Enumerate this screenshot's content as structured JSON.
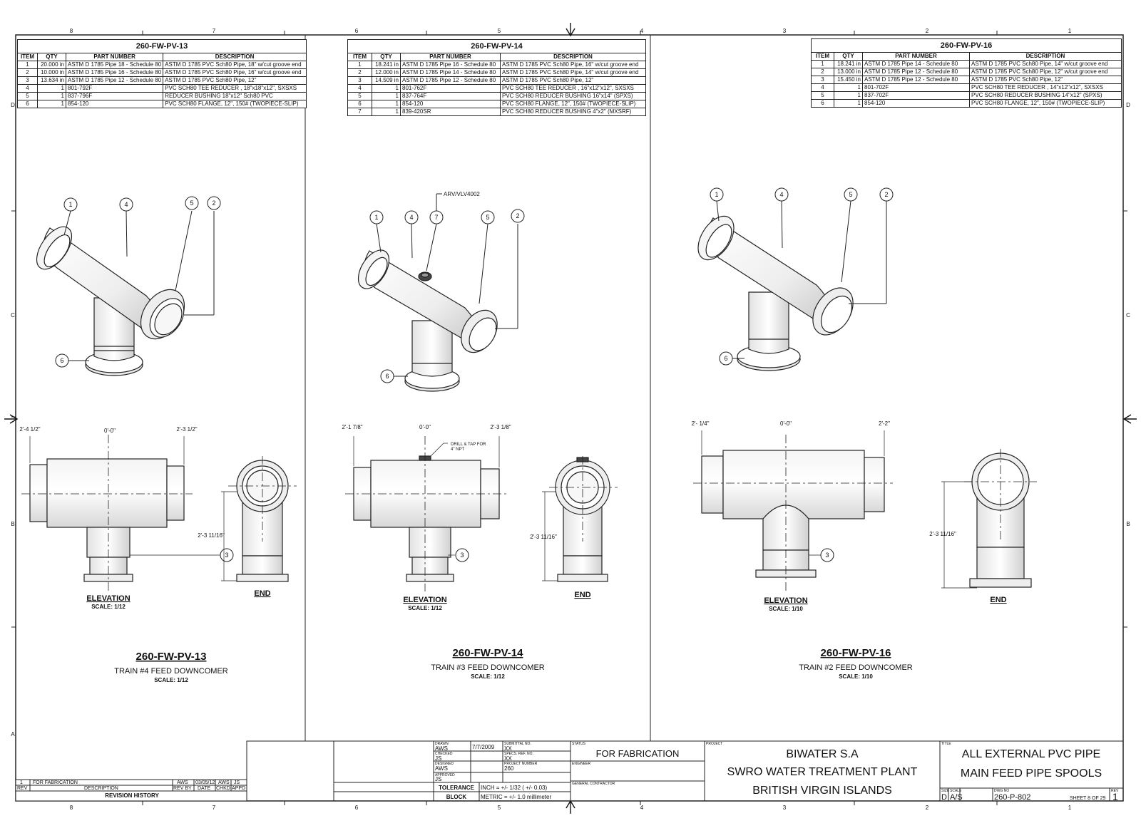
{
  "border": {
    "cols_top": [
      "8",
      "7",
      "6",
      "5",
      "4",
      "3",
      "2",
      "1"
    ],
    "cols_bottom": [
      "8",
      "7",
      "6",
      "5",
      "4",
      "3",
      "2",
      "1"
    ],
    "rows_left": [
      "D",
      "C",
      "B",
      "A"
    ],
    "rows_right": [
      "D",
      "C",
      "B"
    ]
  },
  "bom_headers": [
    "ITEM",
    "QTY",
    "PART NUMBER",
    "DESCRIPTION"
  ],
  "spools": [
    {
      "id": "260-FW-PV-13",
      "subtitle": "TRAIN #4 FEED DOWNCOMER",
      "scale": "SCALE: 1/12",
      "elevation_label": "ELEVATION",
      "elevation_scale": "SCALE: 1/12",
      "end_label": "END",
      "dim_left": "2'-4 1/2\"",
      "dim_center": "0'-0\"",
      "dim_right": "2'-3 1/2\"",
      "dim_vertical": "2'-3 11/16\"",
      "iso_callouts": [
        "1",
        "4",
        "5",
        "2",
        "6"
      ],
      "elev_callout": "3",
      "bom": [
        [
          "1",
          "20.000 in",
          "ASTM D 1785 Pipe 18 - Schedule 80",
          "ASTM D 1785 PVC Sch80 Pipe, 18\" w/cut groove end"
        ],
        [
          "2",
          "10.000 in",
          "ASTM D 1785 Pipe 16 - Schedule 80",
          "ASTM D 1785 PVC Sch80 Pipe, 16\" w/cut groove end"
        ],
        [
          "3",
          "13.634 in",
          "ASTM D 1785 Pipe 12 - Schedule 80",
          "ASTM D 1785 PVC Sch80 Pipe, 12\""
        ],
        [
          "4",
          "1",
          "801-792F",
          "PVC SCH80 TEE REDUCER , 18\"x18\"x12\", SXSXS"
        ],
        [
          "5",
          "1",
          "837-796F",
          "REDUCER BUSHING 18\"x12\" Sch80 PVC"
        ],
        [
          "6",
          "1",
          "854-120",
          "PVC SCH80 FLANGE, 12\", 150# (TWOPIECE-SLIP)"
        ]
      ]
    },
    {
      "id": "260-FW-PV-14",
      "subtitle": "TRAIN #3 FEED DOWNCOMER",
      "scale": "SCALE: 1/12",
      "elevation_label": "ELEVATION",
      "elevation_scale": "SCALE: 1/12",
      "end_label": "END",
      "dim_left": "2'-1 7/8\"",
      "dim_center": "0'-0\"",
      "dim_right": "2'-3 1/8\"",
      "dim_vertical": "2'-3 11/16\"",
      "arv_label": "ARV/VLV4002",
      "drill_note_1": "DRILL & TAP FOR",
      "drill_note_2": "4\" NPT",
      "iso_callouts": [
        "1",
        "4",
        "7",
        "5",
        "2",
        "6"
      ],
      "elev_callout": "3",
      "bom": [
        [
          "1",
          "18.241 in",
          "ASTM D 1785 Pipe 16 - Schedule 80",
          "ASTM D 1785 PVC Sch80 Pipe, 16\" w/cut groove end"
        ],
        [
          "2",
          "12.000 in",
          "ASTM D 1785 Pipe 14 - Schedule 80",
          "ASTM D 1785 PVC Sch80 Pipe, 14\" w/cut groove end"
        ],
        [
          "3",
          "14.509 in",
          "ASTM D 1785 Pipe 12 - Schedule 80",
          "ASTM D 1785 PVC Sch80 Pipe, 12\""
        ],
        [
          "4",
          "1",
          "801-762F",
          "PVC SCH80 TEE REDUCER , 16\"x12\"x12\", SXSXS"
        ],
        [
          "5",
          "1",
          "837-764F",
          "PVC SCH80 REDUCER BUSHING 16\"x14\" (SPXS)"
        ],
        [
          "6",
          "1",
          "854-120",
          "PVC SCH80 FLANGE, 12\", 150# (TWOPIECE-SLIP)"
        ],
        [
          "7",
          "1",
          "839-420SR",
          "PVC SCH80 REDUCER BUSHING 4\"x2\" (MXSRF)"
        ]
      ]
    },
    {
      "id": "260-FW-PV-16",
      "subtitle": "TRAIN #2 FEED DOWNCOMER",
      "scale": "SCALE: 1/10",
      "elevation_label": "ELEVATION",
      "elevation_scale": "SCALE: 1/10",
      "end_label": "END",
      "dim_left": "2'- 1/4\"",
      "dim_center": "0'-0\"",
      "dim_right": "2'-2\"",
      "dim_vertical": "2'-3 11/16\"",
      "iso_callouts": [
        "1",
        "4",
        "5",
        "2",
        "6"
      ],
      "elev_callout": "3",
      "bom": [
        [
          "1",
          "18.241 in",
          "ASTM D 1785 Pipe 14 - Schedule 80",
          "ASTM D 1785 PVC Sch80 Pipe, 14\" w/cut groove end"
        ],
        [
          "2",
          "13.000 in",
          "ASTM D 1785 Pipe 12 - Schedule 80",
          "ASTM D 1785 PVC Sch80 Pipe, 12\" w/cut groove end"
        ],
        [
          "3",
          "15.450 in",
          "ASTM D 1785 Pipe 12 - Schedule 80",
          "ASTM D 1785 PVC Sch80 Pipe, 12\""
        ],
        [
          "4",
          "1",
          "801-702F",
          "PVC SCH80 TEE REDUCER , 14\"x12\"x12\", SXSXS"
        ],
        [
          "5",
          "1",
          "837-702F",
          "PVC SCH80 REDUCER BUSHING 14\"x12\" (SPXS)"
        ],
        [
          "6",
          "1",
          "854-120",
          "PVC SCH80 FLANGE, 12\", 150# (TWOPIECE-SLIP)"
        ]
      ]
    }
  ],
  "revision": {
    "row": [
      "1",
      "FOR FABRICATION",
      "AWS",
      "03/05/12",
      "AWS",
      "JS"
    ],
    "headers": [
      "REV",
      "DESCRIPTION",
      "REV BY",
      "DATE",
      "CHKD",
      "APPD"
    ],
    "title": "REVISION HISTORY"
  },
  "title_block": {
    "drawn_label": "DRAWN",
    "drawn": "AWS",
    "date": "7/7/2009",
    "checked_label": "CHECKED",
    "checked": "JS",
    "designed_label": "DESIGNED",
    "designed": "AWS",
    "approved_label": "APPROVED",
    "approved": "JS",
    "submittal_label": "SUBMITTAL NO.",
    "submittal": "XX",
    "specs_label": "SPECS. REF. NO.",
    "specs": "XX",
    "project_no_label": "PROJECT NUMBER",
    "project_no": "260",
    "tolerance_1": "TOLERANCE",
    "tolerance_2": "BLOCK",
    "tol_inch": "INCH = +/- 1/32 ( +/- 0.03)",
    "tol_metric": "METRIC = +/- 1.0 millimeter",
    "status_label": "STATUS",
    "status": "FOR FABRICATION",
    "engineer_label": "ENGINEER",
    "gc_label": "GENERAL CONTRACTOR",
    "project_label": "PROJECT",
    "project_1": "BIWATER S.A",
    "project_2": "SWRO WATER TREATMENT PLANT",
    "project_3": "BRITISH VIRGIN ISLANDS",
    "title_label": "TITLE",
    "title_1": "ALL EXTERNAL PVC PIPE",
    "title_2": "MAIN FEED PIPE SPOOLS",
    "size_label": "SIZE",
    "size": "D",
    "scale_label": "SCALE",
    "scale": "A/S",
    "dwg_label": "DWG NO",
    "dwg": "260-P-802",
    "sheet": "SHEET 8  OF 29",
    "rev_label": "REV",
    "rev": "1"
  }
}
